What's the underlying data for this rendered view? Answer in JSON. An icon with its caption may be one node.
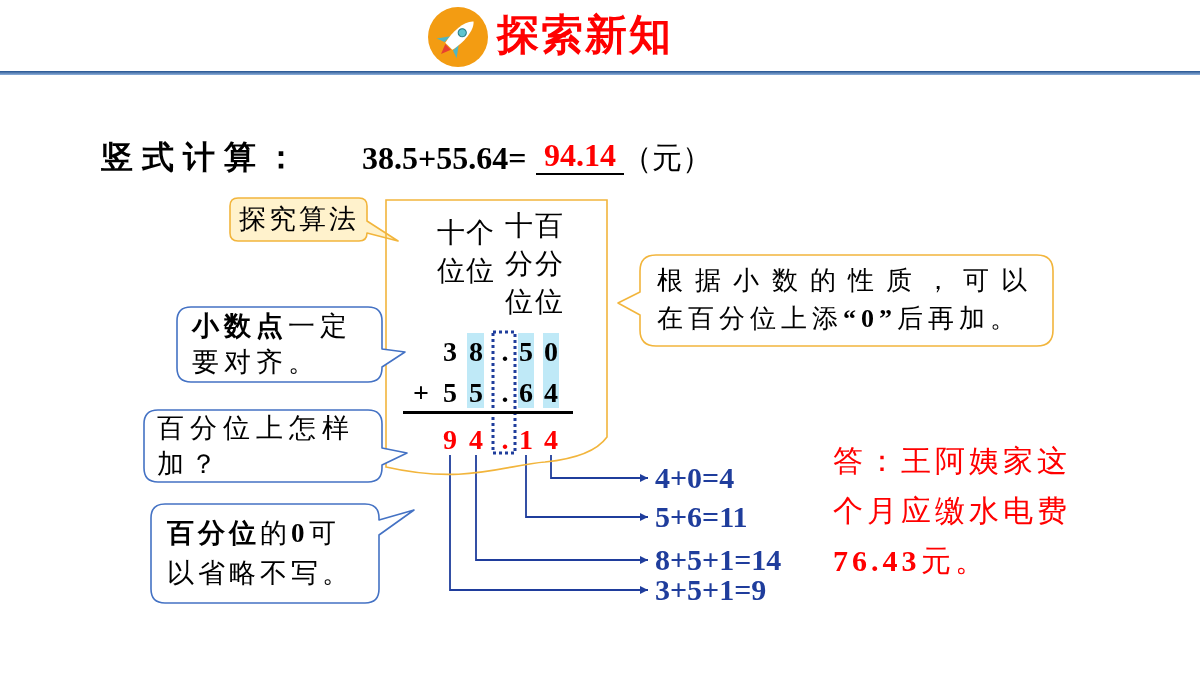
{
  "diagram": {
    "title": "探索新知",
    "nodes": [
      {
        "text": [
          "探究算法"
        ]
      },
      {
        "text": [
          "十位",
          "个位",
          "十分位",
          "百分位",
          "3 8 . 5 **0**",
          "+ 5 5 . 6 4",
          "."
        ]
      },
      {
        "text": [
          "**小数点**一定要对齐。"
        ]
      },
      {
        "text": [
          "根据小数的性质，可以在百分位上添**“0”**后再加。"
        ]
      },
      {
        "text": [
          "百分位上怎样加？"
        ]
      },
      {
        "text": [
          "9"
        ],
        "in": 1
      },
      {
        "text": [
          "4"
        ],
        "in": 1
      },
      {
        "text": [
          "1"
        ],
        "in": 1
      },
      {
        "text": [
          "4"
        ],
        "in": 1
      },
      {
        "text": [
          "**百分位**的**0**可以省略不写。"
        ]
      },
      {
        "text": [
          "4+0=**4**"
        ]
      },
      {
        "text": [
          "5+6=**11**"
        ]
      },
      {
        "text": [
          "8+5+1=**14**"
        ]
      },
      {
        "text": [
          "3+5+1=**9**"
        ]
      }
    ],
    "edges": [
      {
        "from": 8,
        "to": 10,
        "arrow": "to"
      },
      {
        "from": 7,
        "to": 11,
        "arrow": "to"
      },
      {
        "from": 6,
        "to": 12,
        "arrow": "to"
      },
      {
        "from": 5,
        "to": 13,
        "arrow": "to"
      }
    ],
    "labels": [
      "竖式计算：",
      "38.5+55.64=",
      "94.14",
      "（元）",
      "答：王阿姨家这个月应缴水电费**76.43**元。"
    ]
  }
}
